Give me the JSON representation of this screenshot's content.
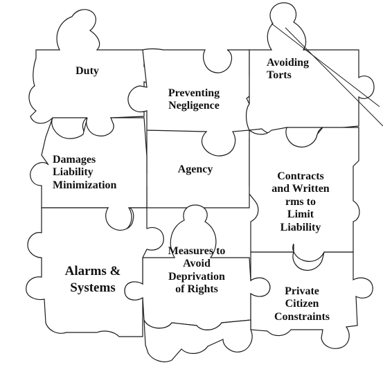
{
  "pieces": [
    {
      "id": "duty",
      "text": "Duty"
    },
    {
      "id": "avoiding-torts",
      "text": "Avoiding\nTorts"
    },
    {
      "id": "preventing-negligence",
      "text": "Preventing\nNegligence"
    },
    {
      "id": "damages-liability-minimization",
      "text": "Damages\nLiability\nMinimization"
    },
    {
      "id": "agency",
      "text": "Agency"
    },
    {
      "id": "contracts",
      "text": "Contracts\nand Written\nrms to\nLimit\nLiability"
    },
    {
      "id": "alarms-systems",
      "text": "Alarms &\nSystems"
    },
    {
      "id": "measures",
      "text": "Measures to\nAvoid\nDeprivation\nof Rights"
    },
    {
      "id": "private-citizen",
      "text": "Private\nCitizen\nConstraints"
    }
  ]
}
